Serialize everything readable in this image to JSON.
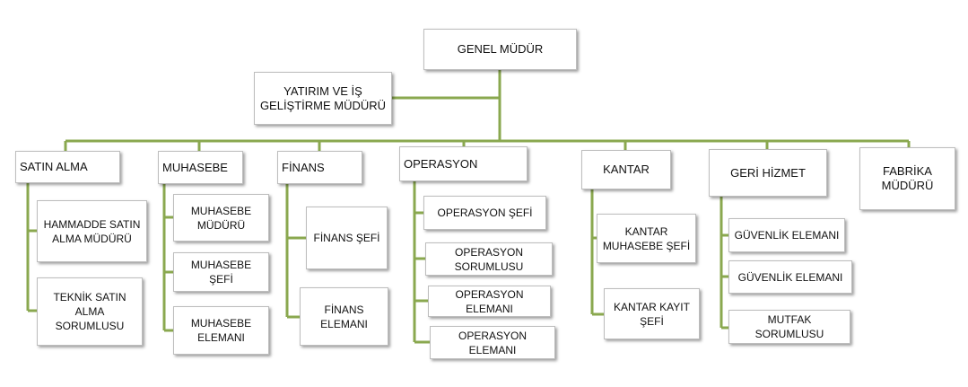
{
  "top": {
    "label": "GENEL MÜDÜR"
  },
  "staff": {
    "label": "YATIRIM VE İŞ\nGELİŞTİRME MÜDÜRÜ"
  },
  "departments": [
    {
      "label": "SATIN ALMA",
      "children": [
        "HAMMADDE SATIN\nALMA MÜDÜRÜ",
        "TEKNİK SATIN\nALMA\nSORUMLUSU"
      ]
    },
    {
      "label": "MUHASEBE",
      "children": [
        "MUHASEBE\nMÜDÜRÜ",
        "MUHASEBE ŞEFİ",
        "MUHASEBE\nELEMANI"
      ]
    },
    {
      "label": "FİNANS",
      "children": [
        "FİNANS ŞEFİ",
        "FİNANS\nELEMANI"
      ]
    },
    {
      "label": "OPERASYON",
      "children": [
        "OPERASYON ŞEFİ",
        "OPERASYON\nSORUMLUSU",
        "OPERASYON ELEMANI",
        "OPERASYON ELEMANI"
      ]
    },
    {
      "label": "KANTAR",
      "children": [
        "KANTAR\nMUHASEBE ŞEFİ",
        "KANTAR KAYIT\nŞEFİ"
      ]
    },
    {
      "label": "GERİ HİZMET",
      "children": [
        "GÜVENLİK ELEMANI",
        "GÜVENLİK ELEMANI",
        "MUTFAK SORUMLUSU"
      ]
    },
    {
      "label": "FABRİKA\nMÜDÜRÜ",
      "children": []
    }
  ],
  "colors": {
    "connector": "#8aa84f",
    "border": "#bdbdbd",
    "text": "#111111"
  }
}
